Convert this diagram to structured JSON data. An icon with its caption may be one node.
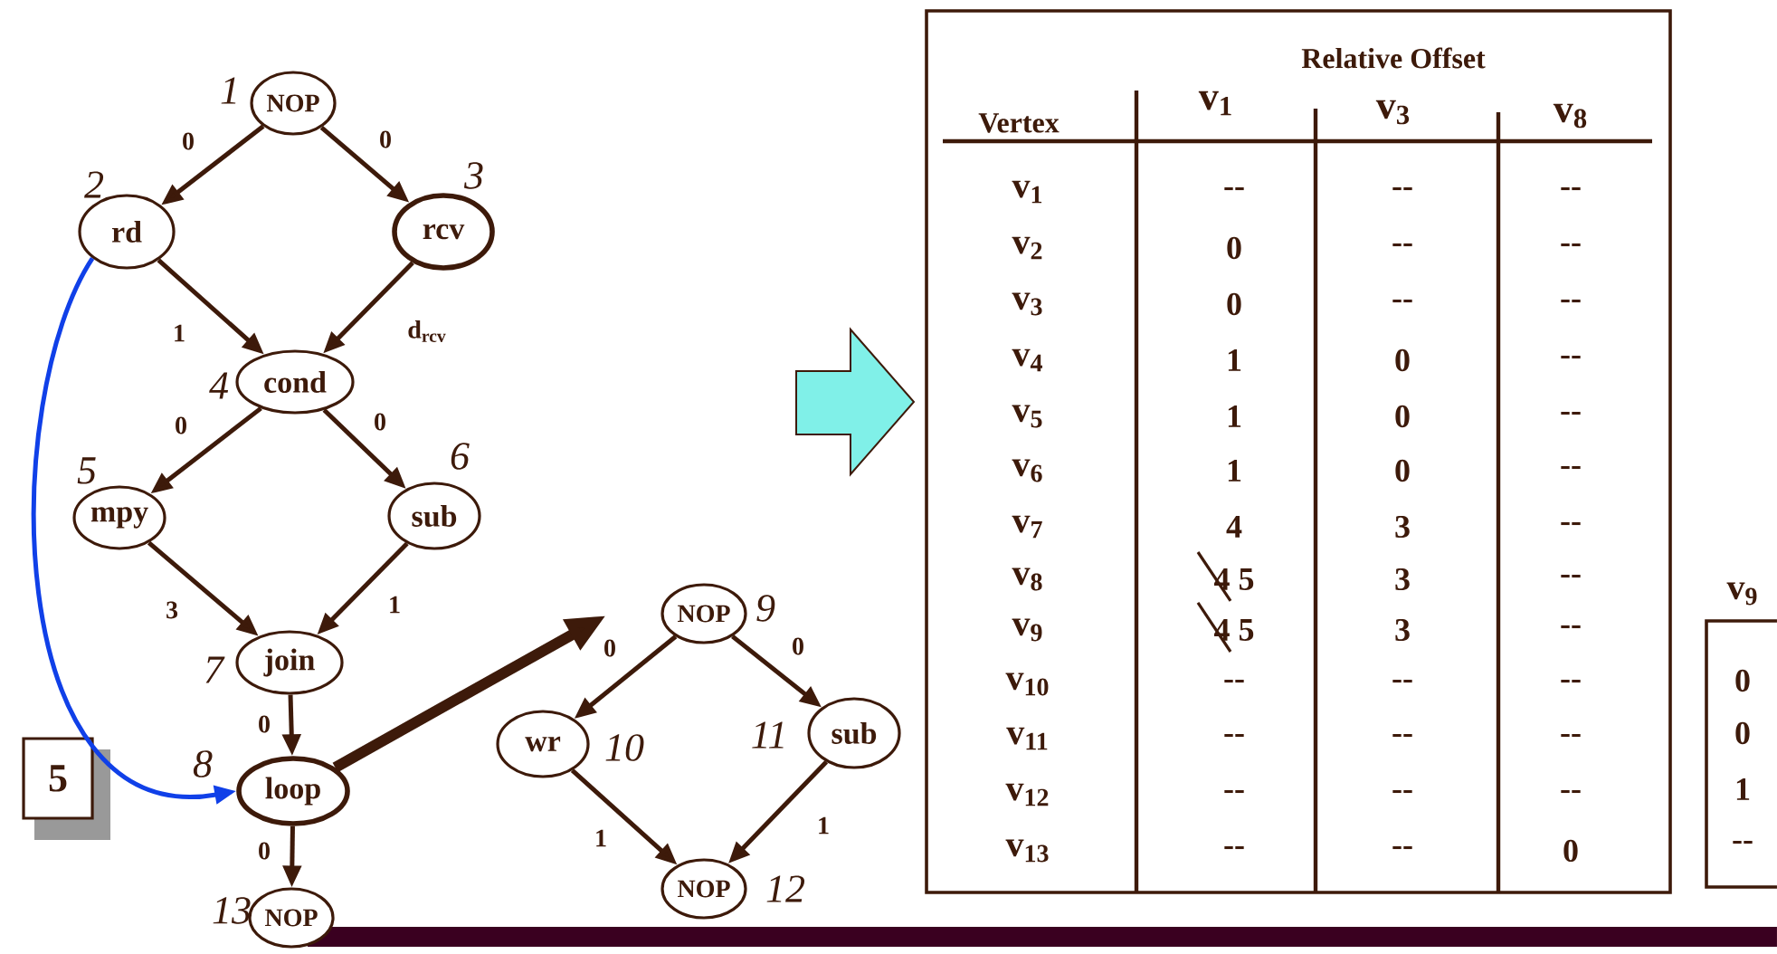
{
  "diagram": {
    "nodes": [
      {
        "text": [
          "NOP"
        ],
        "beside": [
          "1"
        ]
      },
      {
        "text": [
          "rd"
        ],
        "beside": [
          "2"
        ]
      },
      {
        "text": [
          "rcv"
        ],
        "beside": [
          "3"
        ]
      },
      {
        "text": [
          "cond"
        ],
        "beside": [
          "4"
        ]
      },
      {
        "text": [
          "mpy"
        ],
        "beside": [
          "5"
        ]
      },
      {
        "text": [
          "sub"
        ],
        "beside": [
          "6"
        ]
      },
      {
        "text": [
          "join"
        ],
        "beside": [
          "7"
        ]
      },
      {
        "text": [
          "loop"
        ],
        "beside": [
          "8"
        ]
      },
      {
        "text": [
          "NOP"
        ],
        "beside": [
          "9"
        ]
      },
      {
        "text": [
          "wr"
        ],
        "beside": [
          "10"
        ]
      },
      {
        "text": [
          "sub"
        ],
        "beside": [
          "11"
        ]
      },
      {
        "text": [
          "NOP"
        ],
        "beside": [
          "12"
        ]
      },
      {
        "text": [
          "NOP"
        ],
        "beside": [
          "13"
        ]
      },
      {
        "text": [
          "5"
        ]
      }
    ],
    "edges": [
      {
        "from": 0,
        "to": 1,
        "arrow": "to",
        "label": "0"
      },
      {
        "from": 0,
        "to": 2,
        "arrow": "to",
        "label": "0"
      },
      {
        "from": 1,
        "to": 3,
        "arrow": "to",
        "label": "1"
      },
      {
        "from": 2,
        "to": 3,
        "arrow": "to",
        "label": "d$_{rcv}$"
      },
      {
        "from": 3,
        "to": 4,
        "arrow": "to",
        "label": "0"
      },
      {
        "from": 3,
        "to": 5,
        "arrow": "to",
        "label": "0"
      },
      {
        "from": 4,
        "to": 6,
        "arrow": "to",
        "label": "3"
      },
      {
        "from": 5,
        "to": 6,
        "arrow": "to",
        "label": "1"
      },
      {
        "from": 6,
        "to": 7,
        "arrow": "to",
        "label": "0"
      },
      {
        "from": 7,
        "to": 12,
        "arrow": "to",
        "label": "0"
      },
      {
        "from": 7,
        "to": null,
        "arrow": "to",
        "style": "thick"
      },
      {
        "from": 8,
        "to": 9,
        "arrow": "to",
        "label": "0"
      },
      {
        "from": 8,
        "to": 10,
        "arrow": "to",
        "label": "0"
      },
      {
        "from": 9,
        "to": 11,
        "arrow": "to",
        "label": "1"
      },
      {
        "from": 10,
        "to": 11,
        "arrow": "to",
        "label": "1"
      },
      {
        "from": 1,
        "to": 7,
        "arrow": "to",
        "color": "#1040e8"
      }
    ],
    "labels": [
      "Relative Offset",
      "Vertex",
      "v$_{1}$",
      "v$_{3}$",
      "v$_{8}$",
      "v$_{1}$",
      "--",
      "--",
      "--",
      "v$_{2}$",
      "0",
      "--",
      "--",
      "v$_{3}$",
      "0",
      "--",
      "--",
      "v$_{4}$",
      "1",
      "0",
      "--",
      "v$_{5}$",
      "1",
      "0",
      "--",
      "v$_{6}$",
      "1",
      "0",
      "--",
      "v$_{7}$",
      "4",
      "3",
      "--",
      "v$_{8}$",
      "4 5",
      "3",
      "--",
      "v$_{9}$",
      "4 5",
      "3",
      "--",
      "v$_{10}$",
      "--",
      "--",
      "--",
      "v$_{11}$",
      "--",
      "--",
      "--",
      "v$_{12}$",
      "--",
      "--",
      "--",
      "v$_{13}$",
      "--",
      "--",
      "0",
      "v$_{9}$",
      "0",
      "0",
      "1",
      "--"
    ]
  }
}
